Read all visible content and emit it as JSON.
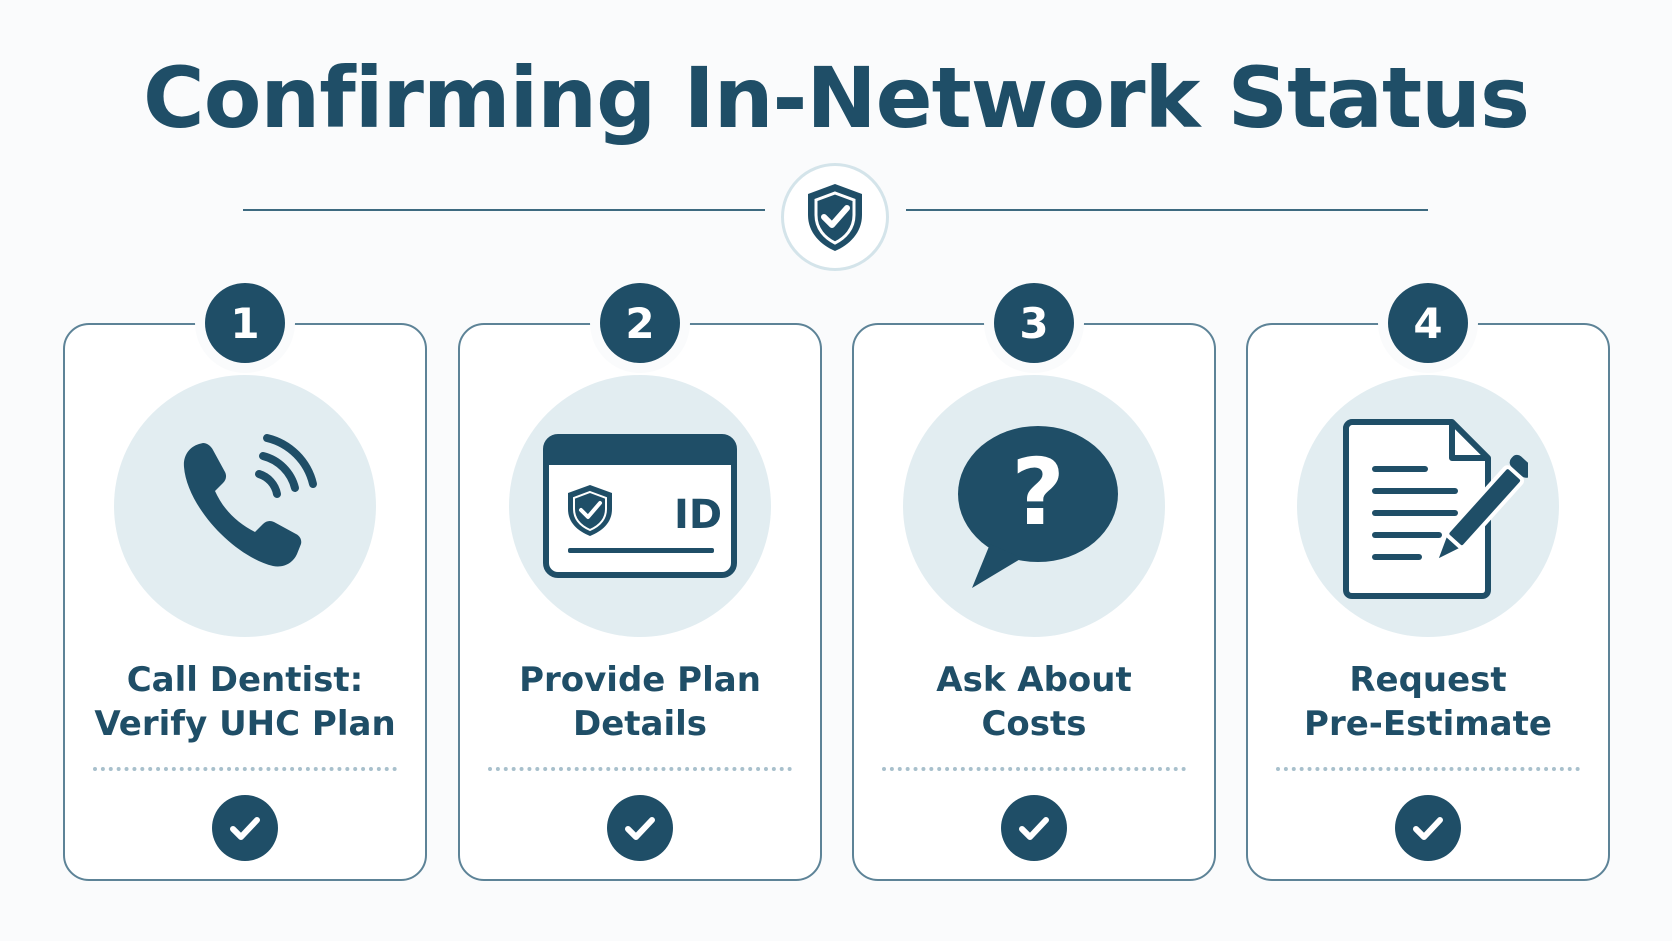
{
  "title": "Confirming In-Network Status",
  "colors": {
    "primary": "#1f4e67",
    "icon_bg": "#e2edf1",
    "border": "#5d8397"
  },
  "header_icon": "shield-check-icon",
  "steps": [
    {
      "number": "1",
      "line1": "Call Dentist:",
      "line2": "Verify UHC Plan",
      "icon": "phone-icon"
    },
    {
      "number": "2",
      "line1": "Provide Plan",
      "line2": "Details",
      "icon": "id-card-icon",
      "id_text": "ID"
    },
    {
      "number": "3",
      "line1": "Ask About",
      "line2": "Costs",
      "icon": "question-bubble-icon",
      "symbol": "?"
    },
    {
      "number": "4",
      "line1": "Request",
      "line2": "Pre-Estimate",
      "icon": "document-pen-icon"
    }
  ]
}
